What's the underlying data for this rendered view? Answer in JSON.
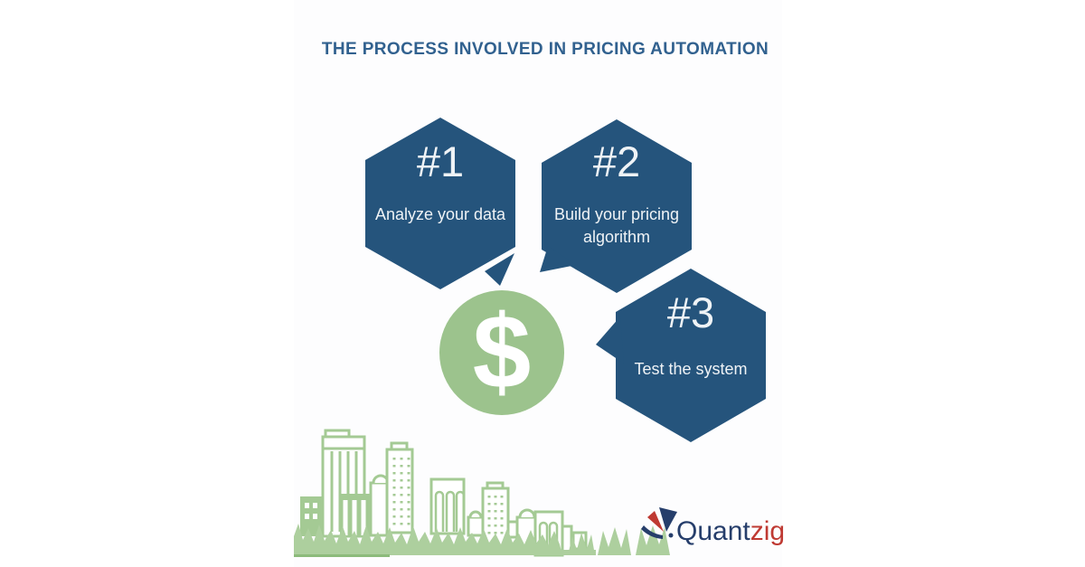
{
  "title": "THE PROCESS INVOLVED IN PRICING AUTOMATION",
  "steps": [
    {
      "number": "#1",
      "label": "Analyze your data"
    },
    {
      "number": "#2",
      "label": "Build your pricing algorithm"
    },
    {
      "number": "#3",
      "label": "Test the system"
    }
  ],
  "dollar_symbol": "$",
  "logo": {
    "text_primary": "Quant",
    "text_accent": "zig"
  },
  "icons": {
    "dollar_circle": "dollar-in-circle-icon",
    "logo_mark": "quantzig-fan-icon"
  },
  "colors": {
    "hexagon": "#25547C",
    "title": "#31618F",
    "step_text": "#EFF3F6",
    "circle": "#9CC38D",
    "skyline": "#A4CA94",
    "grass": "#ADCF9E",
    "grass_dark": "#8CBB7B",
    "logo_primary": "#263E6B",
    "logo_accent": "#BF3A33"
  }
}
